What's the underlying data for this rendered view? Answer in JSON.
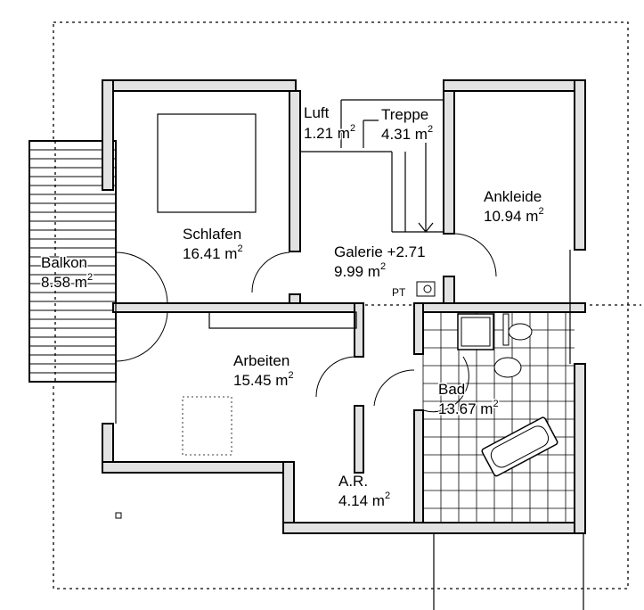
{
  "rooms": {
    "schlafen": {
      "name": "Schlafen",
      "area": "16.41 m",
      "unit_sup": "2"
    },
    "luft": {
      "name": "Luft",
      "area": "1.21 m",
      "unit_sup": "2"
    },
    "treppe": {
      "name": "Treppe",
      "area": "4.31 m",
      "unit_sup": "2"
    },
    "ankleide": {
      "name": "Ankleide",
      "area": "10.94 m",
      "unit_sup": "2"
    },
    "galerie": {
      "name": "Galerie +2.71",
      "area": "9.99 m",
      "unit_sup": "2",
      "note": "PT"
    },
    "balkon": {
      "name": "Balkon",
      "area": "8.58 m",
      "unit_sup": "2"
    },
    "arbeiten": {
      "name": "Arbeiten",
      "area": "15.45 m",
      "unit_sup": "2"
    },
    "bad": {
      "name": "Bad",
      "area": "13.67 m",
      "unit_sup": "2"
    },
    "ar": {
      "name": "A.R.",
      "area": "4.14 m",
      "unit_sup": "2"
    }
  }
}
